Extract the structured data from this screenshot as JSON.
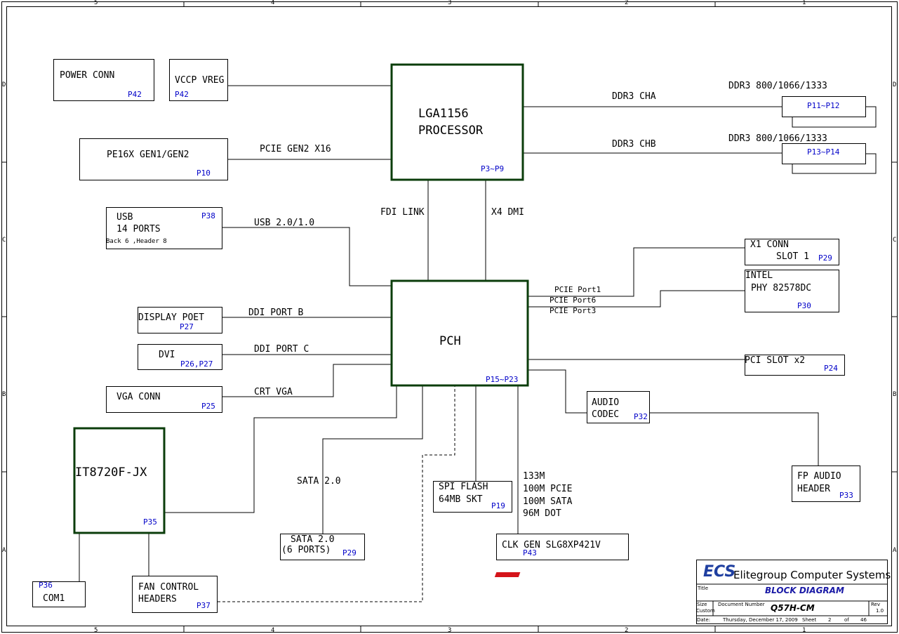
{
  "border": {
    "columns": [
      "5",
      "4",
      "3",
      "2",
      "1"
    ],
    "rows": [
      "D",
      "C",
      "B",
      "A"
    ]
  },
  "blocks": {
    "power_conn": {
      "label": "POWER CONN",
      "page": "P42"
    },
    "vccp_vreg": {
      "label": "VCCP VREG",
      "page": "P42"
    },
    "processor": {
      "label1": "LGA1156",
      "label2": "PROCESSOR",
      "page": "P3~P9"
    },
    "pe16x": {
      "label": "PE16X GEN1/GEN2",
      "page": "P10"
    },
    "usb": {
      "label1": "USB",
      "label2": "14 PORTS",
      "label3": "Back 6 ,Header 8",
      "page": "P38"
    },
    "pch": {
      "label": "PCH",
      "page": "P15~P23"
    },
    "display": {
      "label": "DISPLAY POET",
      "page": "P27"
    },
    "dvi": {
      "label": "DVI",
      "page": "P26,P27"
    },
    "vga": {
      "label": "VGA CONN",
      "page": "P25"
    },
    "it8720": {
      "label": "IT8720F-JX",
      "page": "P35"
    },
    "com1": {
      "label": "COM1",
      "page": "P36"
    },
    "fan": {
      "label1": "FAN CONTROL",
      "label2": "HEADERS",
      "page": "P37"
    },
    "sata_ports": {
      "label1": "SATA 2.0",
      "label2": "(6 PORTS)",
      "page": "P29"
    },
    "spi_flash": {
      "label1": "SPI FLASH",
      "label2": "64MB SKT",
      "page": "P19"
    },
    "clk_gen": {
      "label": "CLK GEN SLG8XP421V",
      "page": "P43"
    },
    "audio_codec": {
      "label1": "AUDIO",
      "label2": "CODEC",
      "page": "P32"
    },
    "fp_audio": {
      "label1": "FP AUDIO",
      "label2": "HEADER",
      "page": "P33"
    },
    "pci_slot": {
      "label": "PCI SLOT x2",
      "page": "P24"
    },
    "x1_conn": {
      "label1": "X1 CONN",
      "label2": "SLOT 1",
      "page": "P29"
    },
    "intel_phy": {
      "label1": "INTEL",
      "label2": "PHY 82578DC",
      "page": "P30"
    },
    "dimm_a": {
      "page": "P11~P12"
    },
    "dimm_b": {
      "page": "P13~P14"
    }
  },
  "links": {
    "ddr3_cha": "DDR3 CHA",
    "ddr3_chb": "DDR3 CHB",
    "ddr3_speed_a": "DDR3 800/1066/1333",
    "ddr3_speed_b": "DDR3 800/1066/1333",
    "pcie_gen2": "PCIE GEN2 X16",
    "fdi_link": "FDI LINK",
    "x4_dmi": "X4 DMI",
    "usb20": "USB 2.0/1.0",
    "ddi_b": "DDI PORT B",
    "ddi_c": "DDI PORT C",
    "crt_vga": "CRT VGA",
    "pcie_port1": "PCIE Port1",
    "pcie_port6": "PCIE Port6",
    "pcie_port3": "PCIE Port3",
    "sata20": "SATA 2.0",
    "clk1": "133M",
    "clk2": "100M PCIE",
    "clk3": "100M SATA",
    "clk4": "96M DOT"
  },
  "title_block": {
    "company": "Elitegroup Computer Systems",
    "logo": "ECS",
    "title_label": "Title",
    "title": "BLOCK DIAGRAM",
    "size_label": "Size",
    "size_value": "Custom",
    "docnum_label": "Document Number",
    "docnum": "Q57H-CM",
    "rev_label": "Rev",
    "rev": "1.0",
    "date_label": "Date:",
    "date": "Thursday, December 17, 2009",
    "sheet_label": "Sheet",
    "sheet": "2",
    "of_label": "of",
    "total": "46"
  },
  "colors": {
    "chip_border": "#0b3d0b",
    "page_ref": "#0000c8",
    "title_blue": "#1a1aa6",
    "logo_blue": "#1f3fa0",
    "logo_red": "#d4141a"
  }
}
